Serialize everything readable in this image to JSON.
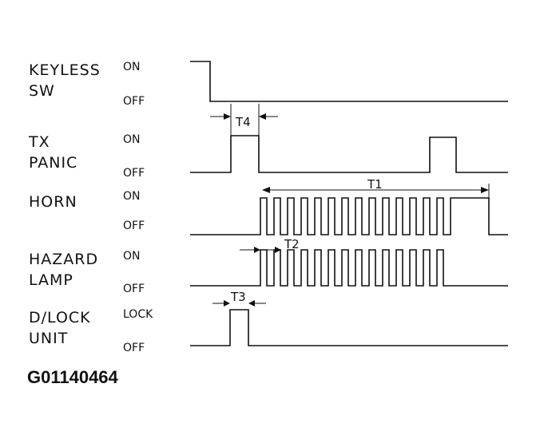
{
  "signals": [
    {
      "id": "keyless",
      "name_lines": [
        "KEYLESS",
        "SW"
      ],
      "states": [
        "ON",
        "OFF"
      ]
    },
    {
      "id": "tx",
      "name_lines": [
        "TX",
        "PANIC"
      ],
      "states": [
        "ON",
        "OFF"
      ]
    },
    {
      "id": "horn",
      "name_lines": [
        "HORN"
      ],
      "states": [
        "ON",
        "OFF"
      ]
    },
    {
      "id": "hazard",
      "name_lines": [
        "HAZARD",
        "LAMP"
      ],
      "states": [
        "ON",
        "OFF"
      ]
    },
    {
      "id": "dlock",
      "name_lines": [
        "D/LOCK",
        "UNIT"
      ],
      "states": [
        "LOCK",
        "OFF"
      ]
    }
  ],
  "timings": {
    "t1": "T1",
    "t2": "T2",
    "t3": "T3",
    "t4": "T4"
  },
  "figure_id": "G01140464",
  "colors": {
    "ink": "#111111",
    "background": "#ffffff"
  }
}
